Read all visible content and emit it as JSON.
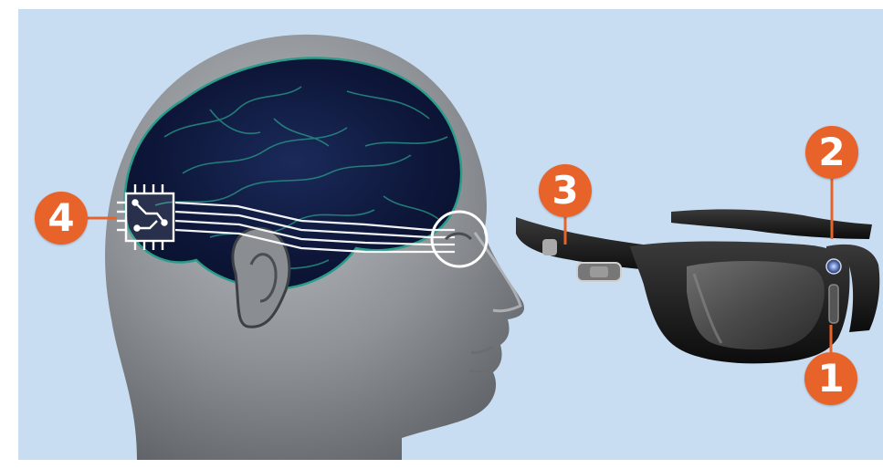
{
  "colors": {
    "background": "#c9ddf2",
    "callout": "#e8632a",
    "callout_text": "#ffffff",
    "brain_glow": "#2a9c8a",
    "circuit_lines": "#ffffff"
  },
  "callouts": [
    {
      "label": "4",
      "refers_to": "circuit-chip-icon"
    },
    {
      "label": "3",
      "refers_to": "glasses-temple-button"
    },
    {
      "label": "2",
      "refers_to": "glasses-camera-lens"
    },
    {
      "label": "1",
      "refers_to": "glasses-hinge-sensor"
    }
  ]
}
